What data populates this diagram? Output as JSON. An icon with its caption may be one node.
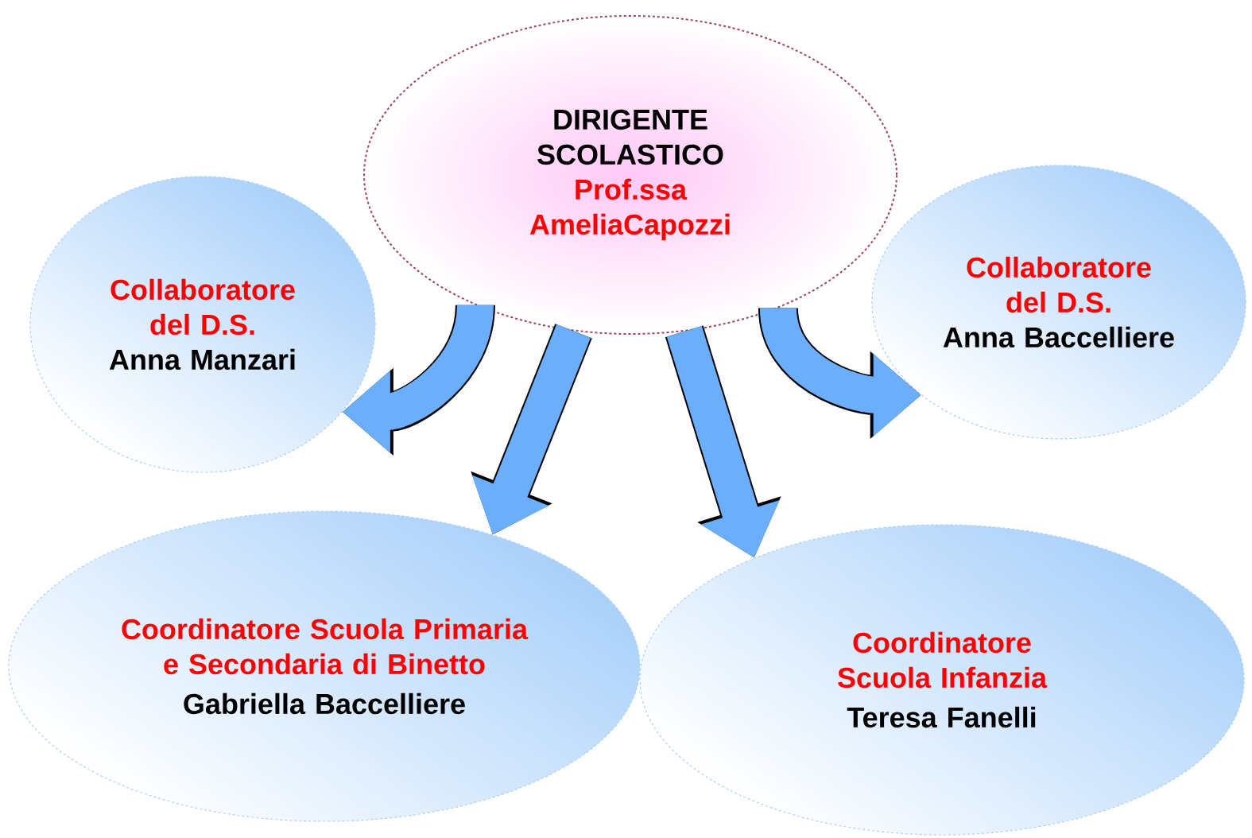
{
  "diagram": {
    "nodes": [
      {
        "text": [
          "DIRIGENTE SCOLASTICO",
          "Prof.ssa AmeliaCapozzi"
        ]
      },
      {
        "text": [
          "Collaboratore del D.S.",
          "Anna Manzari"
        ]
      },
      {
        "text": [
          "Collaboratore del D.S.",
          "Anna Baccelliere"
        ]
      },
      {
        "text": [
          "Coordinatore Scuola Primaria e Secondaria di Binetto",
          "Gabriella Baccelliere"
        ]
      },
      {
        "text": [
          "Coordinatore Scuola Infanzia",
          "Teresa Fanelli"
        ]
      }
    ],
    "edges": [
      {
        "from": 0,
        "to": 1,
        "arrow": "to"
      },
      {
        "from": 0,
        "to": 3,
        "arrow": "to"
      },
      {
        "from": 0,
        "to": 4,
        "arrow": "to"
      },
      {
        "from": 0,
        "to": 2,
        "arrow": "to"
      }
    ]
  }
}
